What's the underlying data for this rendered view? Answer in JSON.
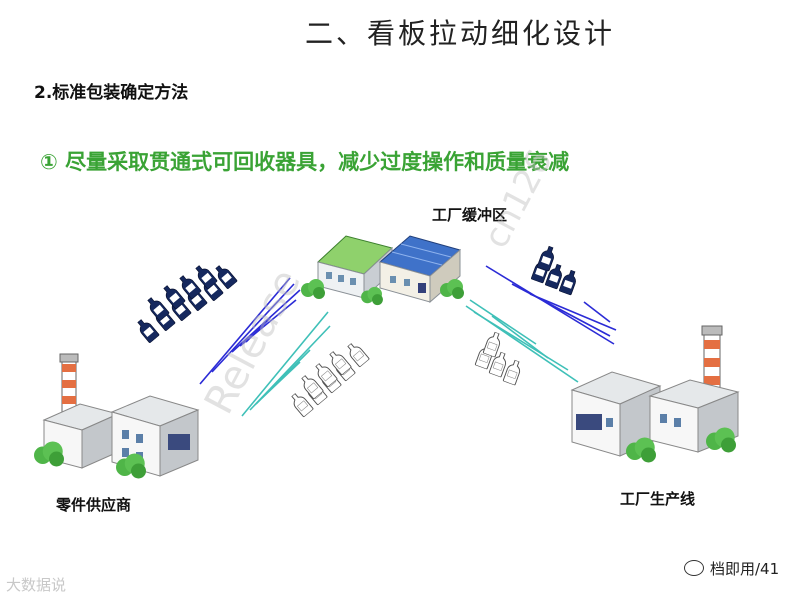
{
  "slide": {
    "title": "二、看板拉动细化设计",
    "section_heading": "2.标准包装确定方法",
    "principle": "① 尽量采取贯通式可回收器具，减少过度操作和质量衰减"
  },
  "nodes": {
    "buffer": "工厂缓冲区",
    "supplier": "零件供应商",
    "production_line": "工厂生产线"
  },
  "footer": {
    "watermark_left": "大数据说",
    "account": "档即用/41"
  },
  "watermarks": {
    "release": "Release",
    "cn": "cn126"
  },
  "colors": {
    "principle_green": "#3aa335",
    "full_flow_blue": "#2b2bd6",
    "empty_flow_teal": "#3fc0b8",
    "container_navy": "#15285e"
  },
  "legend_icons": {
    "full_container": "full-container-icon",
    "empty_container": "empty-container-icon",
    "warehouse": "warehouse-icon",
    "factory": "factory-icon"
  }
}
